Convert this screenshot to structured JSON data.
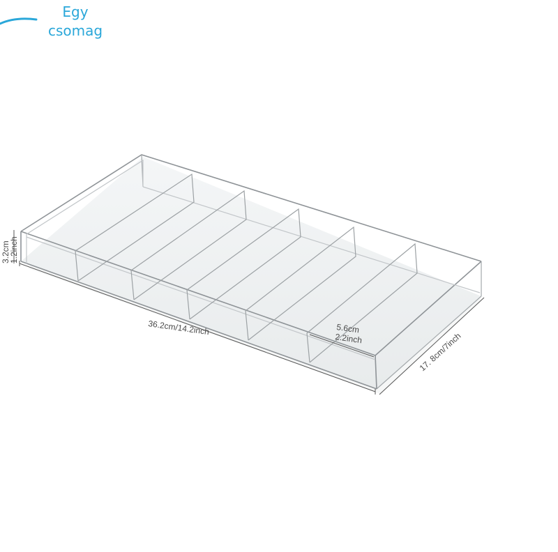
{
  "badge": {
    "line1": "Egy",
    "line2": "csomag",
    "color": "#2aa7d9"
  },
  "dimensions": {
    "length": "36.2cm/14.2inch",
    "width": "17. 8cm/7inch",
    "height_cm": "3.2cm",
    "height_inch": "1.2inch",
    "compartment_cm": "5.6cm",
    "compartment_inch": "2.2inch"
  },
  "product": {
    "compartments": 6,
    "material_color": "#9aa0a4"
  }
}
